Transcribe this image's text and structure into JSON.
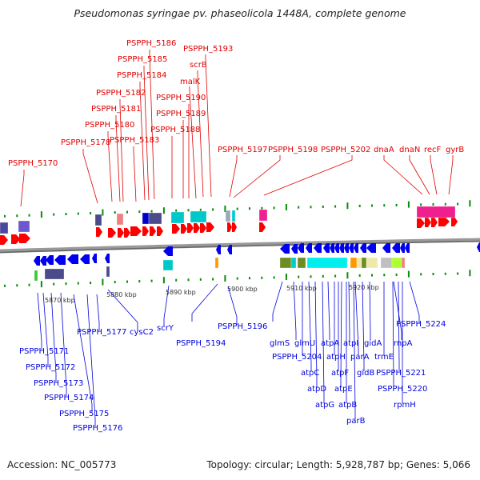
{
  "header": {
    "title": "Pseudomonas syringae pv. phaseolicola 1448A, complete genome"
  },
  "footer": {
    "accession": "Accession: NC_005773",
    "summary": "Topology: circular; Length: 5,928,787 bp; Genes: 5,066"
  },
  "genome": {
    "accession": "NC_005773",
    "topology": "circular",
    "length_bp": 5928787,
    "genes": 5066
  },
  "colors": {
    "forward_gene": "#ff0000",
    "reverse_gene": "#0000ee",
    "forward_label": "#e00000",
    "reverse_label": "#0000dd",
    "backbone": "#888888",
    "tick": "#0a8a0a"
  },
  "scale": {
    "tick_labels": [
      "5870 kbp",
      "5880 kbp",
      "5890 kbp",
      "5900 kbp",
      "5910 kbp",
      "5920 kbp"
    ]
  },
  "forward_labels": [
    "PSPPH_5170",
    "PSPPH_5178",
    "PSPPH_5180",
    "PSPPH_5181",
    "PSPPH_5182",
    "PSPPH_5183",
    "PSPPH_5184",
    "PSPPH_5185",
    "PSPPH_5186",
    "PSPPH_5188",
    "PSPPH_5189",
    "PSPPH_5190",
    "malK",
    "scrB",
    "PSPPH_5193",
    "PSPPH_5197",
    "PSPPH_5198",
    "PSPPH_5202",
    "dnaA",
    "dnaN",
    "recF",
    "gyrB"
  ],
  "reverse_labels": [
    "PSPPH_5171",
    "PSPPH_5172",
    "PSPPH_5173",
    "PSPPH_5174",
    "PSPPH_5175",
    "PSPPH_5176",
    "PSPPH_5177",
    "cysC2",
    "scrY",
    "PSPPH_5194",
    "PSPPH_5196",
    "glmS",
    "glmU",
    "PSPPH_5204",
    "atpC",
    "atpD",
    "atpG",
    "atpA",
    "atpH",
    "atpF",
    "atpE",
    "atpB",
    "atpI",
    "parA",
    "parB",
    "gidA",
    "gidB",
    "trmE",
    "rnpA",
    "PSPPH_5221",
    "PSPPH_5220",
    "rpmH",
    "PSPPH_5224"
  ]
}
